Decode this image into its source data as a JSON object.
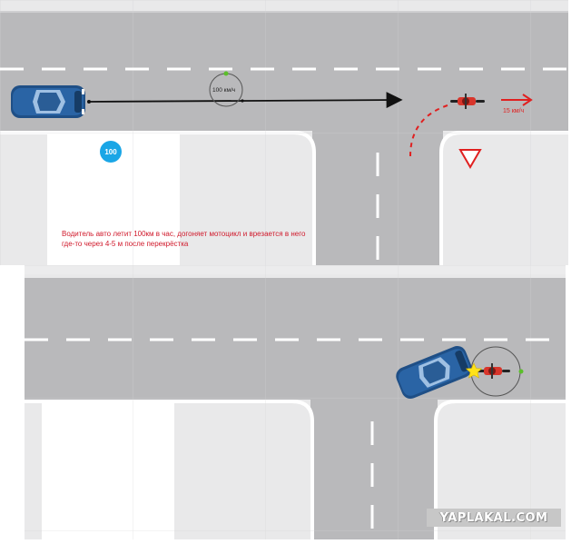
{
  "scene1": {
    "car_speed_badge": "100",
    "car_speed_label": "100 км/ч",
    "moto_speed_label": "15 км/ч",
    "caption": "Водитель авто летит 100км в час, догоняет мотоцикл и врезается в него где-то через 4-5 м после перекрёстка"
  },
  "watermark": "YAPLAKAL.COM",
  "colors": {
    "road": "#b9b9bb",
    "sidewalk": "#e9e9ea",
    "lane_marking": "#ffffff",
    "car_body": "#1f4f86",
    "moto_body": "#d8352b",
    "arrow_red": "#e02020",
    "badge": "#1aa6e6",
    "collision_star": "#ffe21a",
    "marker_green": "#5bbf2a"
  }
}
